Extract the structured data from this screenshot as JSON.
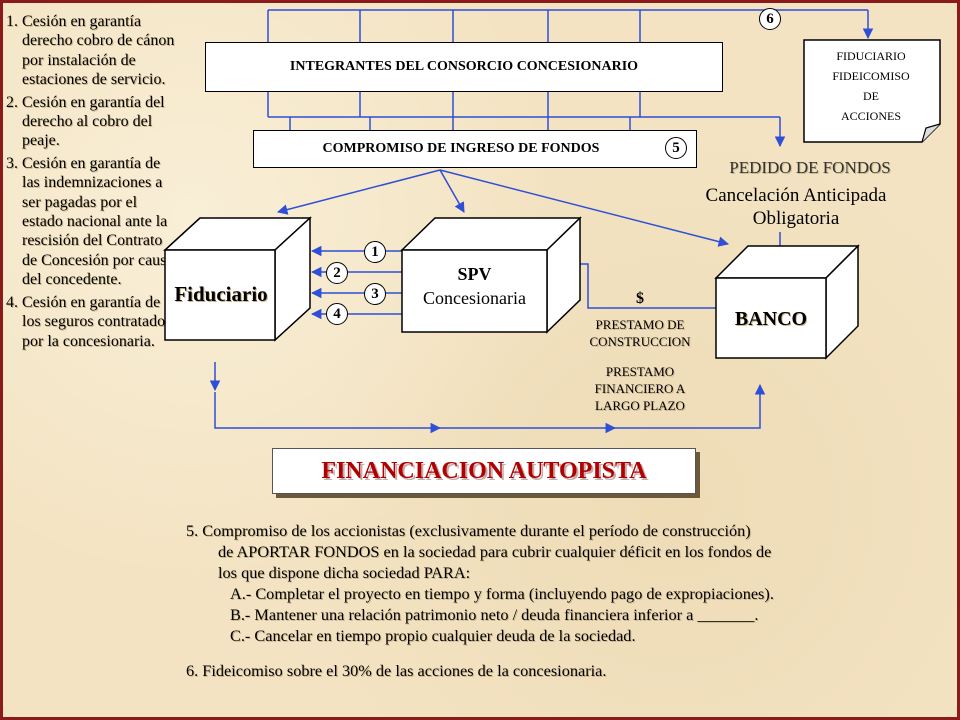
{
  "left_items": [
    "1. Cesión en garantía derecho cobro de cánon por instalación de estaciones de servicio.",
    "2. Cesión en garantía del derecho al cobro del peaje.",
    "3. Cesión en garantía de las indemnizaciones a ser pagadas por el estado nacional ante la rescisión del Contrato de Concesión por causa del concedente.",
    "4. Cesión en garantía de los seguros contratados por la concesionaria."
  ],
  "boxes": {
    "integrantes": "INTEGRANTES  DEL CONSORCIO CONCESIONARIO",
    "compromiso": "COMPROMISO DE INGRESO DE FONDOS",
    "fiduciario_doc": [
      "FIDUCIARIO",
      "FIDEICOMISO",
      "DE",
      "ACCIONES"
    ],
    "fiduciario": "Fiduciario",
    "spv_line1": "SPV",
    "spv_line2": "Concesionaria",
    "banco": "BANCO"
  },
  "numbers": {
    "n6": "6",
    "n5": "5",
    "n1": "1",
    "n2": "2",
    "n3": "3",
    "n4": "4"
  },
  "labels": {
    "pedido": "PEDIDO DE FONDOS",
    "cancelacion_1": "Cancelación Anticipada",
    "cancelacion_2": "Obligatoria",
    "dollar": "$",
    "prestamo_const_1": "PRESTAMO DE",
    "prestamo_const_2": "CONSTRUCCION",
    "prestamo_fin_1": "PRESTAMO",
    "prestamo_fin_2": "FINANCIERO A",
    "prestamo_fin_3": "LARGO PLAZO"
  },
  "title": "FINANCIACION AUTOPISTA",
  "notes": {
    "n5_line1": "5.  Compromiso de los accionistas (exclusivamente durante el período de construcción)",
    "n5_line2": "de APORTAR FONDOS en la sociedad para cubrir cualquier déficit en los fondos de",
    "n5_line3": "los que dispone dicha sociedad PARA:",
    "a": "A.- Completar el proyecto en tiempo y forma (incluyendo pago de expropiaciones).",
    "b": "B.- Mantener una relación patrimonio neto / deuda financiera inferior a _______.",
    "c": "C.- Cancelar en tiempo propio cualquier deuda de la sociedad.",
    "n6": "6.  Fideicomiso sobre el 30% de las acciones de la concesionaria."
  },
  "colors": {
    "frame": "#8b1a1a",
    "arrow": "#2e4fd6",
    "title": "#b00000",
    "background": "#f3e3c2"
  }
}
